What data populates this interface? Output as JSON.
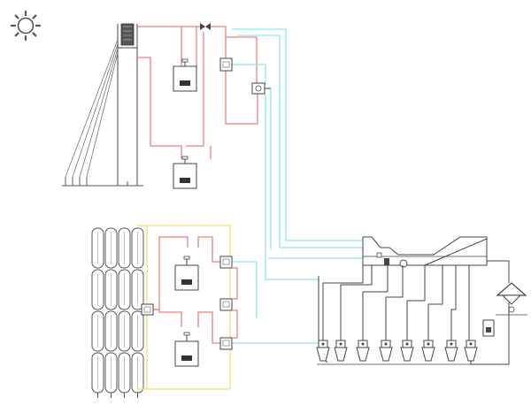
{
  "diagram": {
    "colors": {
      "red_line": "#ef7f7f",
      "cyan_line": "#8ee6f0",
      "yellow_line": "#f2e27a",
      "ink": "#444444",
      "background": "#ffffff"
    },
    "components": {
      "sun": "sun-icon",
      "tower": "cooling-tower",
      "upper_tanks": 2,
      "lower_tanks": 2,
      "panel_columns": 4,
      "panels_per_column": 4,
      "separator_units": 8,
      "hopper": "funnel-icon"
    }
  }
}
